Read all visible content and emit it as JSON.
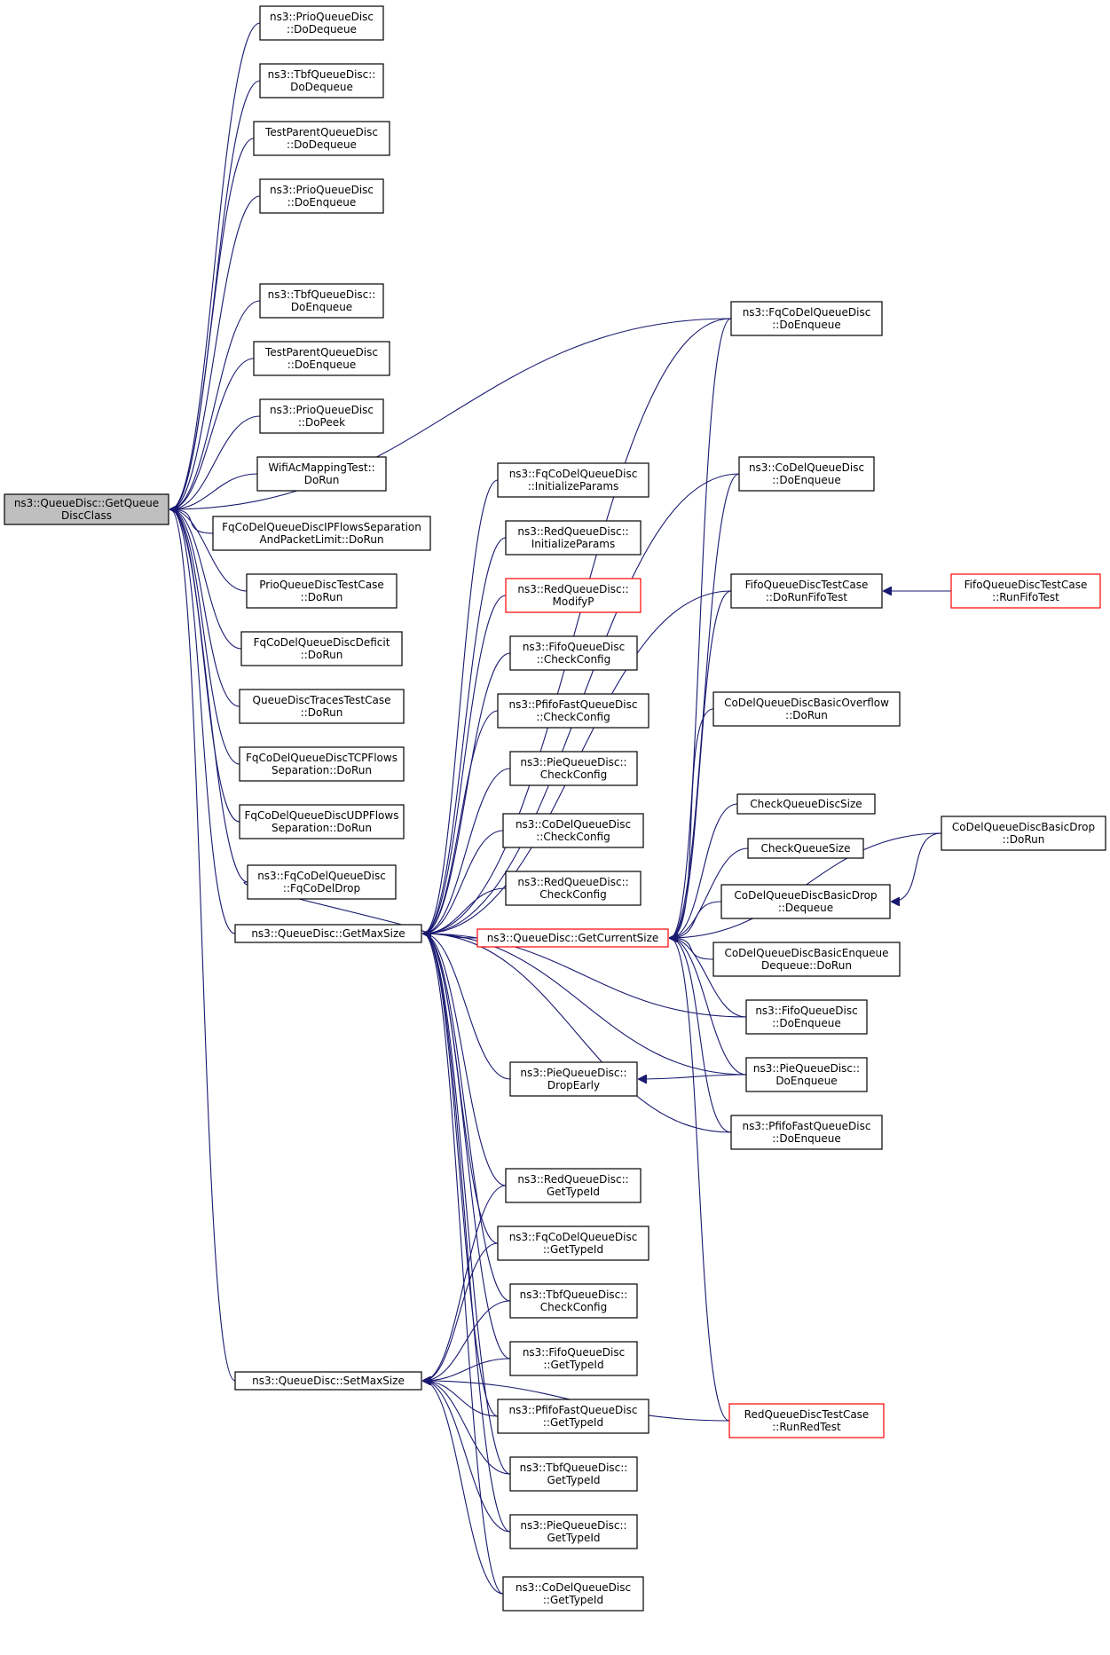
{
  "colors": {
    "edge": "#191970",
    "node_border": "#000000",
    "node_red_border": "#ff0000",
    "root_fill": "#bfbfbf"
  },
  "nodes": [
    {
      "id": "root",
      "lines": [
        "ns3::QueueDisc::GetQueue",
        "DiscClass"
      ],
      "style": "root"
    },
    {
      "id": "prio_deq",
      "lines": [
        "ns3::PrioQueueDisc",
        "::DoDequeue"
      ]
    },
    {
      "id": "tbf_deq",
      "lines": [
        "ns3::TbfQueueDisc::",
        "DoDequeue"
      ]
    },
    {
      "id": "tp_deq",
      "lines": [
        "TestParentQueueDisc",
        "::DoDequeue"
      ]
    },
    {
      "id": "prio_enq",
      "lines": [
        "ns3::PrioQueueDisc",
        "::DoEnqueue"
      ]
    },
    {
      "id": "tbf_enq",
      "lines": [
        "ns3::TbfQueueDisc::",
        "DoEnqueue"
      ]
    },
    {
      "id": "tp_enq",
      "lines": [
        "TestParentQueueDisc",
        "::DoEnqueue"
      ]
    },
    {
      "id": "prio_peek",
      "lines": [
        "ns3::PrioQueueDisc",
        "::DoPeek"
      ]
    },
    {
      "id": "wifi",
      "lines": [
        "WifiAcMappingTest::",
        "DoRun"
      ]
    },
    {
      "id": "fq_ip",
      "lines": [
        "FqCoDelQueueDiscIPFlowsSeparation",
        "AndPacketLimit::DoRun"
      ]
    },
    {
      "id": "prio_tc",
      "lines": [
        "PrioQueueDiscTestCase",
        "::DoRun"
      ]
    },
    {
      "id": "fq_def",
      "lines": [
        "FqCoDelQueueDiscDeficit",
        "::DoRun"
      ]
    },
    {
      "id": "qd_traces",
      "lines": [
        "QueueDiscTracesTestCase",
        "::DoRun"
      ]
    },
    {
      "id": "fq_tcp",
      "lines": [
        "FqCoDelQueueDiscTCPFlows",
        "Separation::DoRun"
      ]
    },
    {
      "id": "fq_udp",
      "lines": [
        "FqCoDelQueueDiscUDPFlows",
        "Separation::DoRun"
      ]
    },
    {
      "id": "fq_drop",
      "lines": [
        "ns3::FqCoDelQueueDisc",
        "::FqCoDelDrop"
      ]
    },
    {
      "id": "getmax",
      "lines": [
        "ns3::QueueDisc::GetMaxSize"
      ]
    },
    {
      "id": "setmax",
      "lines": [
        "ns3::QueueDisc::SetMaxSize"
      ]
    },
    {
      "id": "fq_init",
      "lines": [
        "ns3::FqCoDelQueueDisc",
        "::InitializeParams"
      ]
    },
    {
      "id": "red_init",
      "lines": [
        "ns3::RedQueueDisc::",
        "InitializeParams"
      ]
    },
    {
      "id": "red_mod",
      "lines": [
        "ns3::RedQueueDisc::",
        "ModifyP"
      ],
      "style": "red"
    },
    {
      "id": "fifo_cc",
      "lines": [
        "ns3::FifoQueueDisc",
        "::CheckConfig"
      ]
    },
    {
      "id": "pfifo_cc",
      "lines": [
        "ns3::PfifoFastQueueDisc",
        "::CheckConfig"
      ]
    },
    {
      "id": "pie_cc",
      "lines": [
        "ns3::PieQueueDisc::",
        "CheckConfig"
      ]
    },
    {
      "id": "codel_cc",
      "lines": [
        "ns3::CoDelQueueDisc",
        "::CheckConfig"
      ]
    },
    {
      "id": "red_cc",
      "lines": [
        "ns3::RedQueueDisc::",
        "CheckConfig"
      ]
    },
    {
      "id": "getcur",
      "lines": [
        "ns3::QueueDisc::GetCurrentSize"
      ],
      "style": "red"
    },
    {
      "id": "pie_drop",
      "lines": [
        "ns3::PieQueueDisc::",
        "DropEarly"
      ]
    },
    {
      "id": "red_tid",
      "lines": [
        "ns3::RedQueueDisc::",
        "GetTypeId"
      ]
    },
    {
      "id": "fq_tid",
      "lines": [
        "ns3::FqCoDelQueueDisc",
        "::GetTypeId"
      ]
    },
    {
      "id": "tbf_cc",
      "lines": [
        "ns3::TbfQueueDisc::",
        "CheckConfig"
      ]
    },
    {
      "id": "fifo_tid",
      "lines": [
        "ns3::FifoQueueDisc",
        "::GetTypeId"
      ]
    },
    {
      "id": "pfifo_tid",
      "lines": [
        "ns3::PfifoFastQueueDisc",
        "::GetTypeId"
      ]
    },
    {
      "id": "tbf_tid",
      "lines": [
        "ns3::TbfQueueDisc::",
        "GetTypeId"
      ]
    },
    {
      "id": "pie_tid",
      "lines": [
        "ns3::PieQueueDisc::",
        "GetTypeId"
      ]
    },
    {
      "id": "codel_tid",
      "lines": [
        "ns3::CoDelQueueDisc",
        "::GetTypeId"
      ]
    },
    {
      "id": "fq_enq",
      "lines": [
        "ns3::FqCoDelQueueDisc",
        "::DoEnqueue"
      ]
    },
    {
      "id": "codel_enq",
      "lines": [
        "ns3::CoDelQueueDisc",
        "::DoEnqueue"
      ]
    },
    {
      "id": "fifo_tc",
      "lines": [
        "FifoQueueDiscTestCase",
        "::DoRunFifoTest"
      ]
    },
    {
      "id": "codel_ovf",
      "lines": [
        "CoDelQueueDiscBasicOverflow",
        "::DoRun"
      ]
    },
    {
      "id": "check_qd",
      "lines": [
        "CheckQueueDiscSize"
      ]
    },
    {
      "id": "check_q",
      "lines": [
        "CheckQueueSize"
      ]
    },
    {
      "id": "codel_bdq",
      "lines": [
        "CoDelQueueDiscBasicDrop",
        "::Dequeue"
      ]
    },
    {
      "id": "codel_bed",
      "lines": [
        "CoDelQueueDiscBasicEnqueue",
        "Dequeue::DoRun"
      ]
    },
    {
      "id": "fifo_enq",
      "lines": [
        "ns3::FifoQueueDisc",
        "::DoEnqueue"
      ]
    },
    {
      "id": "pie_enq",
      "lines": [
        "ns3::PieQueueDisc::",
        "DoEnqueue"
      ]
    },
    {
      "id": "pfifo_enq",
      "lines": [
        "ns3::PfifoFastQueueDisc",
        "::DoEnqueue"
      ]
    },
    {
      "id": "red_tc",
      "lines": [
        "RedQueueDiscTestCase",
        "::RunRedTest"
      ],
      "style": "red"
    },
    {
      "id": "fifo_run",
      "lines": [
        "FifoQueueDiscTestCase",
        "::RunFifoTest"
      ],
      "style": "red"
    },
    {
      "id": "codel_bd",
      "lines": [
        "CoDelQueueDiscBasicDrop",
        "::DoRun"
      ]
    }
  ],
  "edges": [
    [
      "root",
      "prio_deq"
    ],
    [
      "root",
      "tbf_deq"
    ],
    [
      "root",
      "tp_deq"
    ],
    [
      "root",
      "prio_enq"
    ],
    [
      "root",
      "fq_enq"
    ],
    [
      "root",
      "tbf_enq"
    ],
    [
      "root",
      "tp_enq"
    ],
    [
      "root",
      "prio_peek"
    ],
    [
      "root",
      "wifi"
    ],
    [
      "root",
      "fq_ip"
    ],
    [
      "root",
      "prio_tc"
    ],
    [
      "root",
      "fq_def"
    ],
    [
      "root",
      "qd_traces"
    ],
    [
      "root",
      "fq_tcp"
    ],
    [
      "root",
      "fq_udp"
    ],
    [
      "root",
      "fq_drop"
    ],
    [
      "root",
      "getmax"
    ],
    [
      "root",
      "setmax"
    ],
    [
      "getmax",
      "fq_drop"
    ],
    [
      "getmax",
      "fq_init"
    ],
    [
      "getmax",
      "red_init"
    ],
    [
      "getmax",
      "red_mod"
    ],
    [
      "getmax",
      "fifo_cc"
    ],
    [
      "getmax",
      "pfifo_cc"
    ],
    [
      "getmax",
      "pie_cc"
    ],
    [
      "getmax",
      "codel_cc"
    ],
    [
      "getmax",
      "red_cc"
    ],
    [
      "getmax",
      "getcur"
    ],
    [
      "getmax",
      "pie_drop"
    ],
    [
      "getmax",
      "red_tid"
    ],
    [
      "getmax",
      "fq_tid"
    ],
    [
      "getmax",
      "tbf_cc"
    ],
    [
      "getmax",
      "fifo_tid"
    ],
    [
      "getmax",
      "pfifo_tid"
    ],
    [
      "getmax",
      "tbf_tid"
    ],
    [
      "getmax",
      "pie_tid"
    ],
    [
      "getmax",
      "codel_tid"
    ],
    [
      "getmax",
      "fq_enq"
    ],
    [
      "getmax",
      "codel_enq"
    ],
    [
      "getmax",
      "fifo_tc"
    ],
    [
      "getmax",
      "fifo_enq"
    ],
    [
      "getmax",
      "pie_enq"
    ],
    [
      "getmax",
      "pfifo_enq"
    ],
    [
      "setmax",
      "red_tid"
    ],
    [
      "setmax",
      "fq_tid"
    ],
    [
      "setmax",
      "tbf_cc"
    ],
    [
      "setmax",
      "fifo_tid"
    ],
    [
      "setmax",
      "pfifo_tid"
    ],
    [
      "setmax",
      "tbf_tid"
    ],
    [
      "setmax",
      "pie_tid"
    ],
    [
      "setmax",
      "codel_tid"
    ],
    [
      "setmax",
      "red_tc"
    ],
    [
      "getcur",
      "fq_enq"
    ],
    [
      "getcur",
      "codel_enq"
    ],
    [
      "getcur",
      "fifo_tc"
    ],
    [
      "getcur",
      "codel_ovf"
    ],
    [
      "getcur",
      "check_qd"
    ],
    [
      "getcur",
      "check_q"
    ],
    [
      "getcur",
      "codel_bdq"
    ],
    [
      "getcur",
      "codel_bed"
    ],
    [
      "getcur",
      "fifo_enq"
    ],
    [
      "getcur",
      "pie_enq"
    ],
    [
      "getcur",
      "pfifo_enq"
    ],
    [
      "getcur",
      "red_tc"
    ],
    [
      "getcur",
      "codel_bd"
    ],
    [
      "pie_drop",
      "pie_enq"
    ],
    [
      "fifo_tc",
      "fifo_run"
    ],
    [
      "codel_bdq",
      "codel_bd"
    ]
  ]
}
